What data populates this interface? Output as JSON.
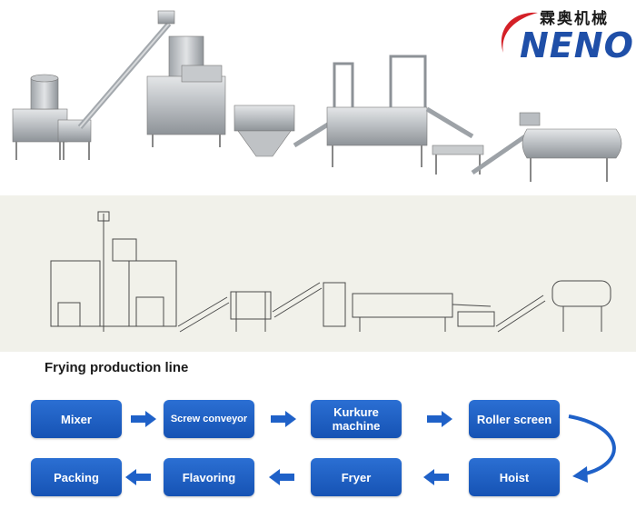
{
  "logo": {
    "chinese_name": "霖奥机械",
    "brand": "NENO",
    "colors": {
      "brand_blue": "#1f4fa8",
      "swoosh_red": "#d42027"
    }
  },
  "diagram": {
    "title": "Frying production line",
    "steps": [
      {
        "label": "Mixer"
      },
      {
        "label": "Screw conveyor"
      },
      {
        "label": "Kurkure machine"
      },
      {
        "label": "Roller screen"
      },
      {
        "label": "Hoist"
      },
      {
        "label": "Fryer"
      },
      {
        "label": "Flavoring"
      },
      {
        "label": "Packing"
      }
    ],
    "colors": {
      "node_fill": "#1f61c8",
      "arrow": "#1f61c8",
      "node_text": "#ffffff"
    }
  }
}
